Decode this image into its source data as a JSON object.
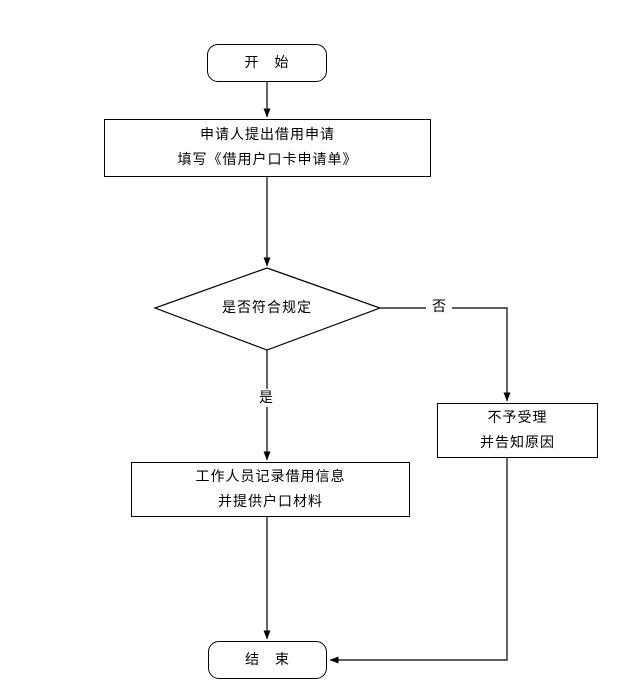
{
  "diagram": {
    "nodes": {
      "start": {
        "label": "开　始"
      },
      "apply": {
        "line1": "申请人提出借用申请",
        "line2": "填写《借用户口卡申请单》"
      },
      "decision": {
        "label": "是否符合规定"
      },
      "reject": {
        "line1": "不予受理",
        "line2": "并告知原因"
      },
      "record": {
        "line1": "工作人员记录借用信息",
        "line2": "并提供户口材料"
      },
      "end": {
        "label": "结　束"
      }
    },
    "edge_labels": {
      "yes": "是",
      "no": "否"
    },
    "colors": {
      "stroke": "#000000",
      "shape_fill": "#ffffff"
    }
  }
}
